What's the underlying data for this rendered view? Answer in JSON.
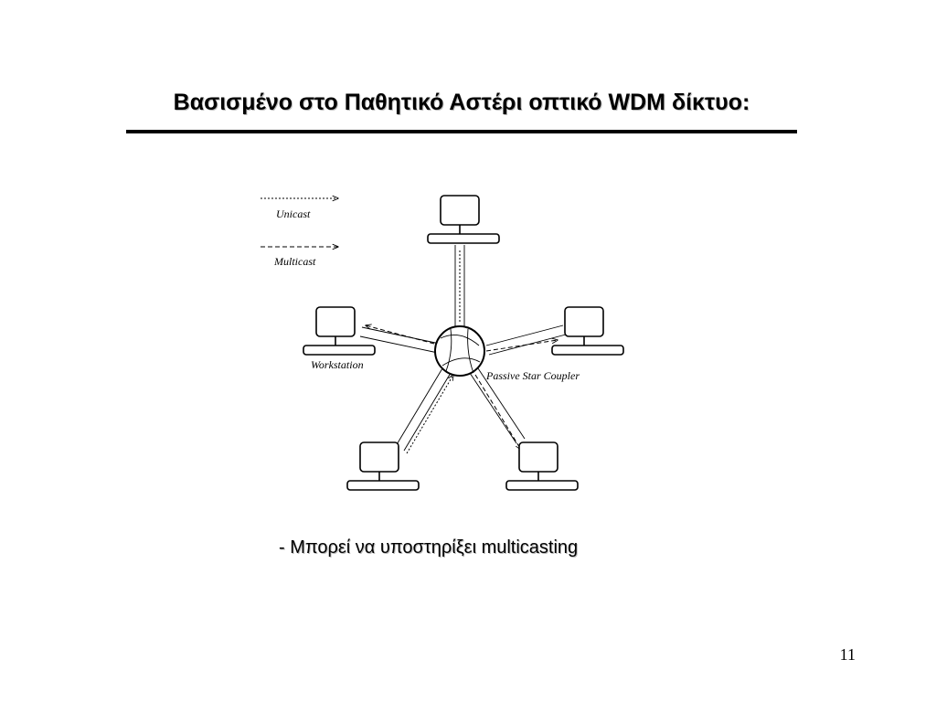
{
  "slide": {
    "title": "Βασισμένο στο Παθητικό Αστέρι οπτικό WDM δίκτυο:",
    "bullet": "- Μπορεί να υποστηρίξει multicasting",
    "page_number": "11"
  },
  "diagram": {
    "legend": {
      "unicast_label": "Unicast",
      "multicast_label": "Multicast"
    },
    "labels": {
      "workstation": "Workstation",
      "coupler": "Passive Star Coupler"
    },
    "nodes": [
      "workstation-top",
      "workstation-left",
      "workstation-right",
      "workstation-bottom-left",
      "workstation-bottom-right"
    ]
  }
}
